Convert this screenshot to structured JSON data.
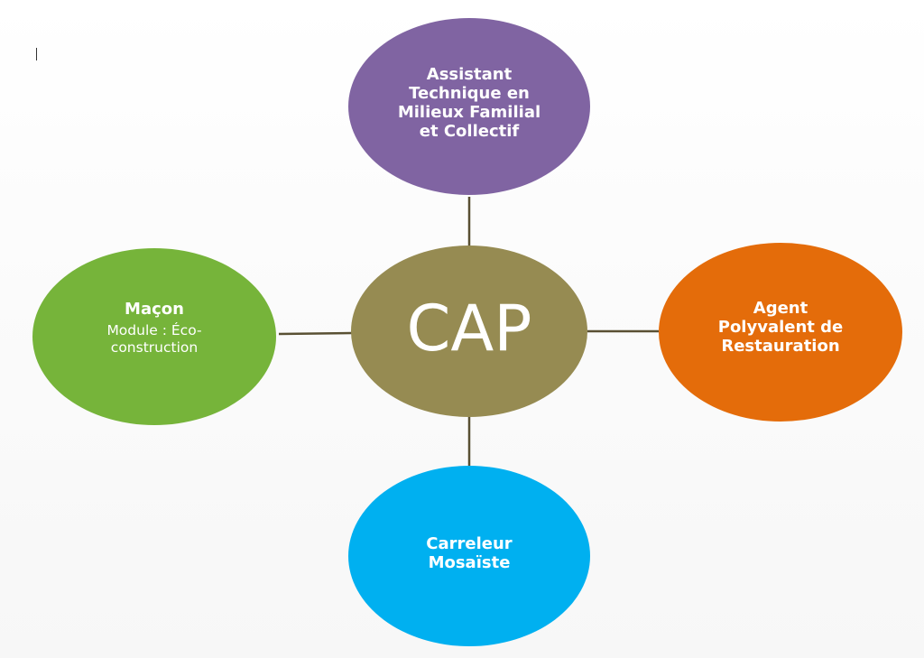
{
  "diagram": {
    "center": {
      "label": "CAP",
      "color": "#968b52"
    },
    "nodes": {
      "top": {
        "title": "Assistant\nTechnique en\nMilieux Familial\net Collectif",
        "color": "#8064a2"
      },
      "left": {
        "title": "Maçon",
        "subtitle": "Module : Éco-\nconstruction",
        "color": "#76b43a"
      },
      "right": {
        "title": "Agent\nPolyvalent de\nRestauration",
        "color": "#e46c0a"
      },
      "bottom": {
        "title": "Carreleur\nMosaïste",
        "color": "#00b0f0"
      }
    },
    "connector_color": "#595033"
  }
}
